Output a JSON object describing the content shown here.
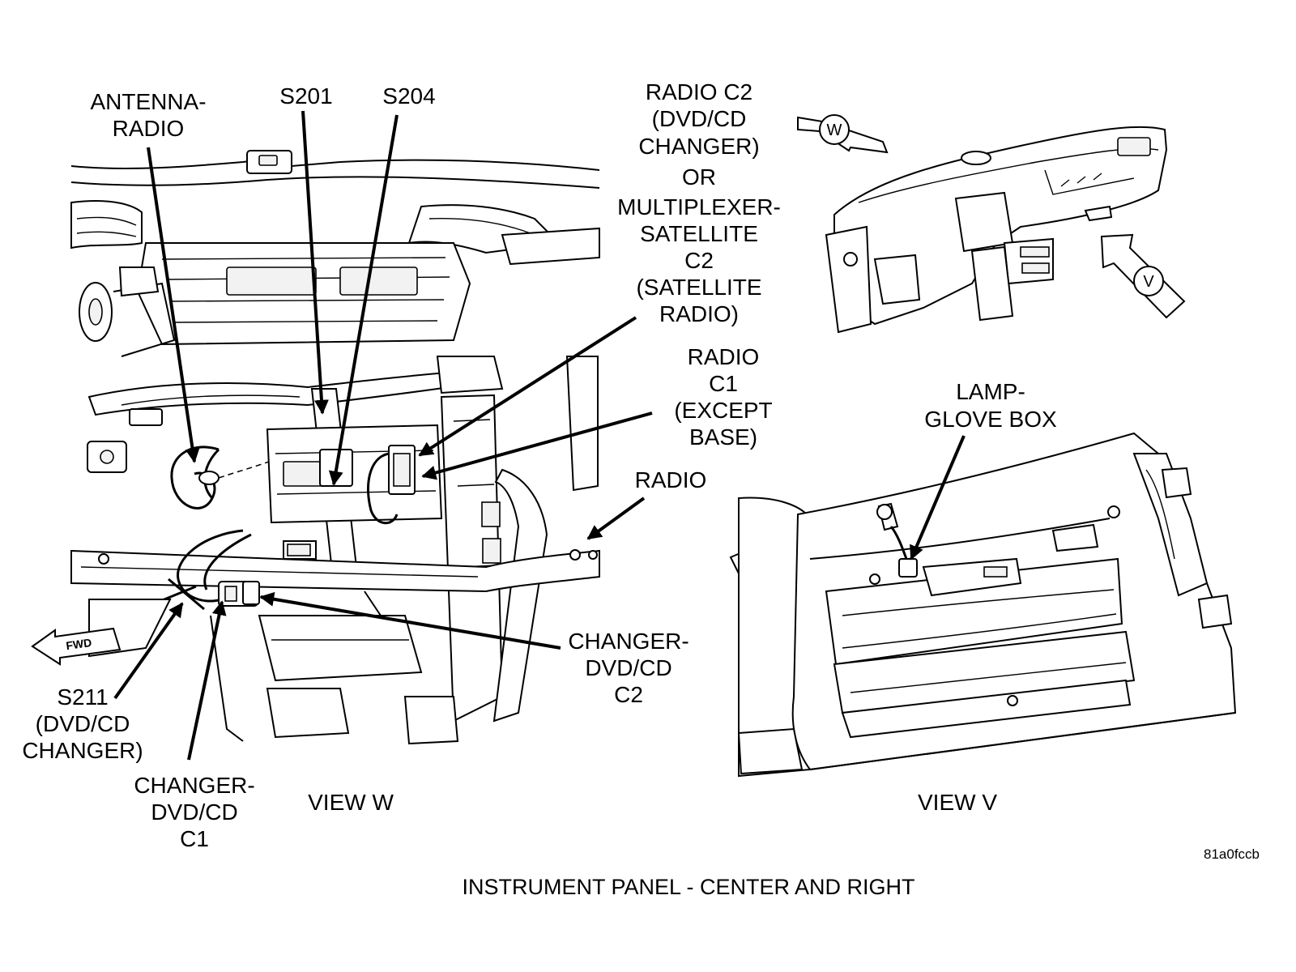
{
  "title": "INSTRUMENT PANEL - CENTER AND RIGHT",
  "figure_code": "81a0fccb",
  "views": {
    "w": "VIEW W",
    "v": "VIEW V"
  },
  "view_markers": {
    "w": "W",
    "v": "V"
  },
  "fwd_label": "FWD",
  "callouts": {
    "antenna_radio": [
      "ANTENNA-",
      "RADIO"
    ],
    "s201": [
      "S201"
    ],
    "s204": [
      "S204"
    ],
    "radio_c2": [
      "RADIO C2",
      "(DVD/CD",
      "CHANGER)",
      "OR",
      "MULTIPLEXER-",
      "SATELLITE",
      "C2",
      "(SATELLITE",
      "RADIO)"
    ],
    "radio_c1": [
      "RADIO",
      "C1",
      "(EXCEPT",
      "BASE)"
    ],
    "radio": [
      "RADIO"
    ],
    "changer_c2": [
      "CHANGER-",
      "DVD/CD",
      "C2"
    ],
    "s211": [
      "S211",
      "(DVD/CD",
      "CHANGER)"
    ],
    "changer_c1": [
      "CHANGER-",
      "DVD/CD",
      "C1"
    ],
    "lamp_glove_box": [
      "LAMP-",
      "GLOVE BOX"
    ]
  }
}
